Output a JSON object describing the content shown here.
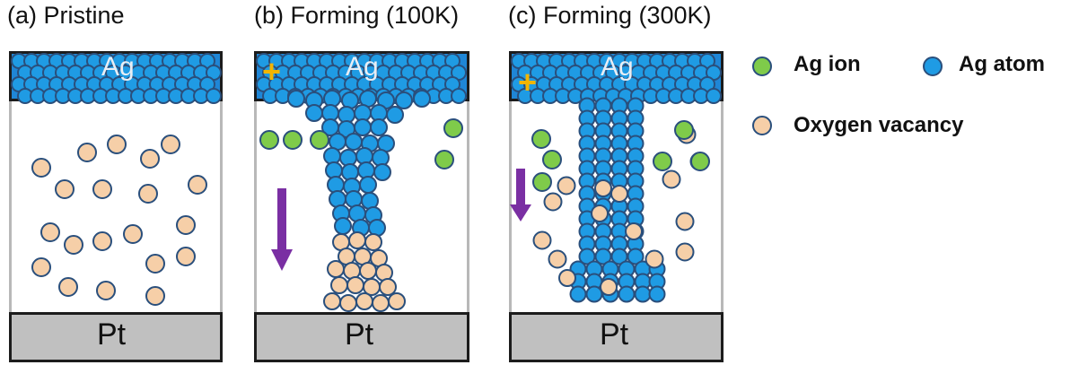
{
  "panels": [
    {
      "title": "(a) Pristine",
      "top_label": "Ag",
      "bottom_label": "Pt",
      "polarity": ""
    },
    {
      "title": "(b) Forming (100K)",
      "top_label": "Ag",
      "bottom_label": "Pt",
      "polarity": "+"
    },
    {
      "title": "(c) Forming (300K)",
      "top_label": "Ag",
      "bottom_label": "Pt",
      "polarity": "+"
    }
  ],
  "legend": {
    "ag_ion": "Ag ion",
    "ag_atom": "Ag atom",
    "oxygen_vacancy": "Oxygen vacancy"
  },
  "colors": {
    "ag_atom": "#1f9be4",
    "ag_ion": "#7fcb4a",
    "oxygen_vacancy": "#f6cfa8",
    "outline": "#2a4f7c",
    "arrow": "#7a2fa3",
    "polarity": "#f2b500"
  }
}
